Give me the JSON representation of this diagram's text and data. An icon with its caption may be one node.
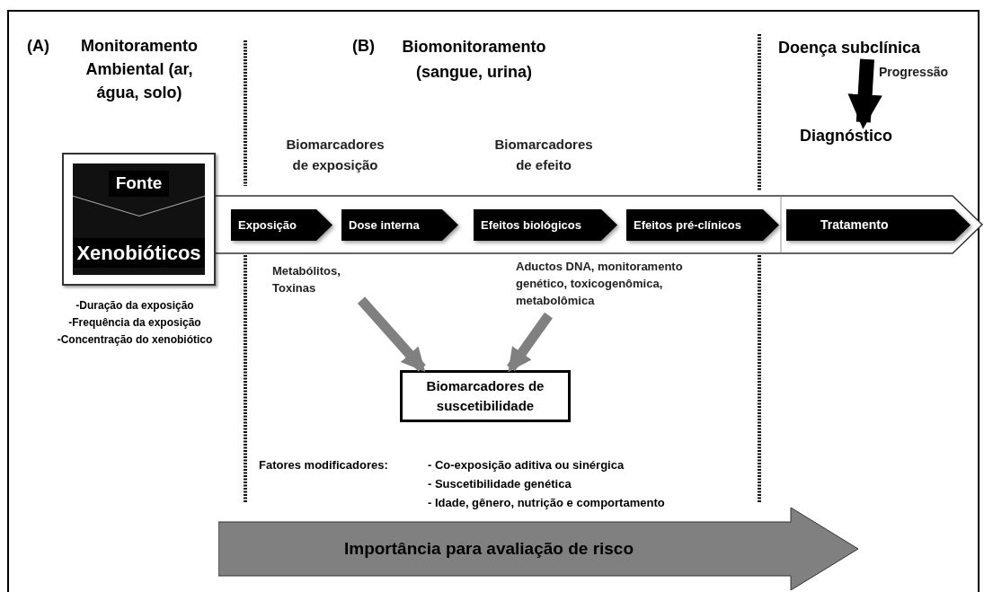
{
  "diagram": {
    "nodes": [
      {
        "text": [
          "Fonte",
          "Xenobióticos"
        ]
      },
      {
        "text": [
          "Exposição"
        ]
      },
      {
        "text": [
          "Dose interna"
        ]
      },
      {
        "text": [
          "Efeitos biológicos"
        ]
      },
      {
        "text": [
          "Efeitos pré-clínicos"
        ]
      },
      {
        "text": [
          "Tratamento"
        ]
      },
      {
        "text": [
          "Metabólitos, Toxinas"
        ]
      },
      {
        "text": [
          "Aductos DNA, monitoramento genético, toxicogenômica, metabolômica"
        ]
      },
      {
        "text": [
          "Biomarcadores de suscetibilidade"
        ]
      },
      {
        "text": [
          "Doença subclínica"
        ]
      },
      {
        "text": [
          "Diagnóstico"
        ]
      },
      {
        "text": [
          "Importância para avaliação de risco"
        ]
      }
    ],
    "edges": [
      {
        "from": 6,
        "to": 8,
        "arrow": "to"
      },
      {
        "from": 7,
        "to": 8,
        "arrow": "to"
      },
      {
        "from": 9,
        "to": 10,
        "arrow": "to",
        "color": "#000000",
        "label": "Progressão"
      }
    ],
    "labels": [
      "(A)",
      "Monitoramento Ambiental (ar, água, solo)",
      "(B)",
      "Biomonitoramento (sangue, urina)",
      "Biomarcadores de exposição",
      "Biomarcadores de efeito",
      "-Duração da exposição",
      "-Frequência da exposição",
      "-Concentração do xenobiótico",
      "Fatores modificadores:",
      "- Co-exposição aditiva ou sinérgica",
      "- Suscetibilidade genética",
      "- Idade, gênero, nutrição e comportamento"
    ]
  }
}
